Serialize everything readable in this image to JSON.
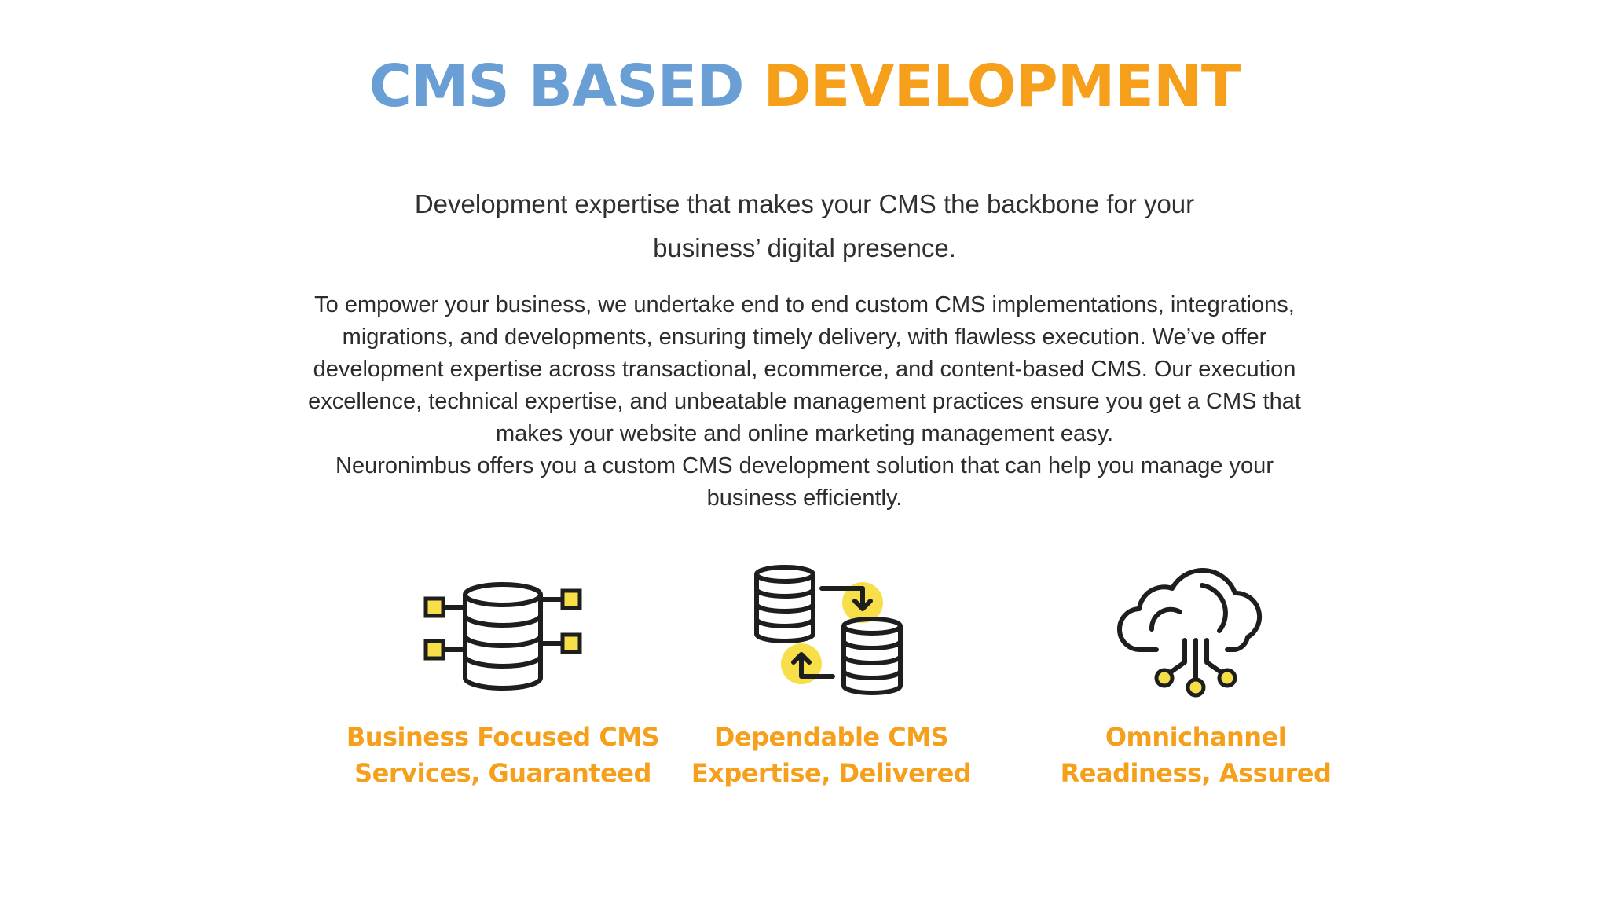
{
  "slide": {
    "title_part1": "CMS BASED",
    "title_part2": "DEVELOPMENT",
    "subtitle_lines": [
      "Development expertise that makes your CMS the backbone for your",
      "business’ digital presence."
    ],
    "body_lines": [
      "To empower your business, we undertake end to end custom CMS implementations, integrations,",
      "migrations, and developments, ensuring timely delivery, with flawless execution. We’ve offer",
      "development expertise across transactional, ecommerce, and content-based CMS. Our execution",
      "excellence, technical expertise, and unbeatable management practices ensure you get a CMS that",
      "makes your website and online marketing management easy.",
      "Neuronimbus offers you a custom CMS development solution that can help you manage your",
      "business efficiently."
    ],
    "features": [
      {
        "icon": "database-network-icon",
        "label_lines": [
          "Business Focused CMS",
          "Services, Guaranteed"
        ]
      },
      {
        "icon": "database-sync-icon",
        "label_lines": [
          "Dependable CMS",
          "Expertise, Delivered"
        ]
      },
      {
        "icon": "cloud-network-icon",
        "label_lines": [
          "Omnichannel",
          "Readiness, Assured"
        ]
      }
    ]
  },
  "colors": {
    "title_blue": "#6a9fd6",
    "title_orange": "#f59f1b",
    "feature_label": "#f59f1b",
    "icon_stroke": "#1e1e1e",
    "icon_accent": "#f7df4a"
  }
}
